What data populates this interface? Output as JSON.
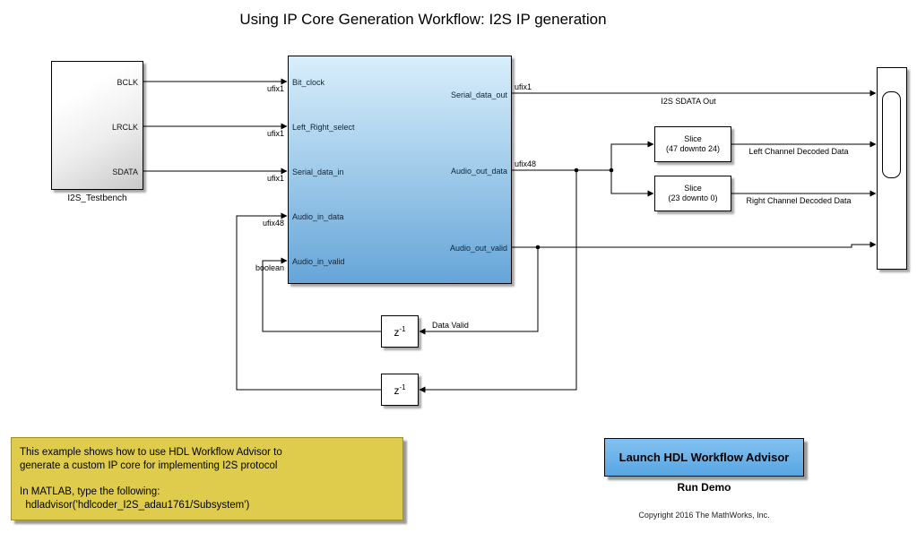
{
  "title": "Using IP Core Generation Workflow: I2S IP generation",
  "testbench": {
    "label": "I2S_Testbench",
    "ports": [
      "BCLK",
      "LRCLK",
      "SDATA"
    ]
  },
  "subsystem": {
    "inputs": [
      "Bit_clock",
      "Left_Right_select",
      "Serial_data_in",
      "Audio_in_data",
      "Audio_in_valid"
    ],
    "outputs": [
      "Serial_data_out",
      "Audio_out_data",
      "Audio_out_valid"
    ]
  },
  "slice_top": {
    "name": "Slice",
    "range": "(47 downto 24)"
  },
  "slice_bottom": {
    "name": "Slice",
    "range": "(23 downto 0)"
  },
  "delay": {
    "base": "z",
    "exp": "-1"
  },
  "signals": {
    "ufix1": "ufix1",
    "ufix48": "ufix48",
    "boolean": "boolean",
    "i2s_sdata_out": "I2S SDATA Out",
    "left_channel": "Left Channel Decoded Data",
    "right_channel": "Right Channel Decoded Data",
    "data_valid": "Data Valid"
  },
  "annotation": {
    "line1": "This example shows how to use HDL Workflow Advisor to",
    "line2": "generate a custom IP core for implementing I2S protocol",
    "line3": "In MATLAB, type the following:",
    "line4": "  hdladvisor('hdlcoder_I2S_adau1761/Subsystem')"
  },
  "button": {
    "label": "Launch HDL Workflow Advisor"
  },
  "run_demo_label": "Run Demo",
  "copyright": "Copyright 2016 The MathWorks, Inc.",
  "colors": {
    "subsystem_top": "#d9eefb",
    "subsystem_bottom": "#66a5d8",
    "button_bg": "#61b0ea",
    "annotation_bg": "#e0cc4c"
  }
}
